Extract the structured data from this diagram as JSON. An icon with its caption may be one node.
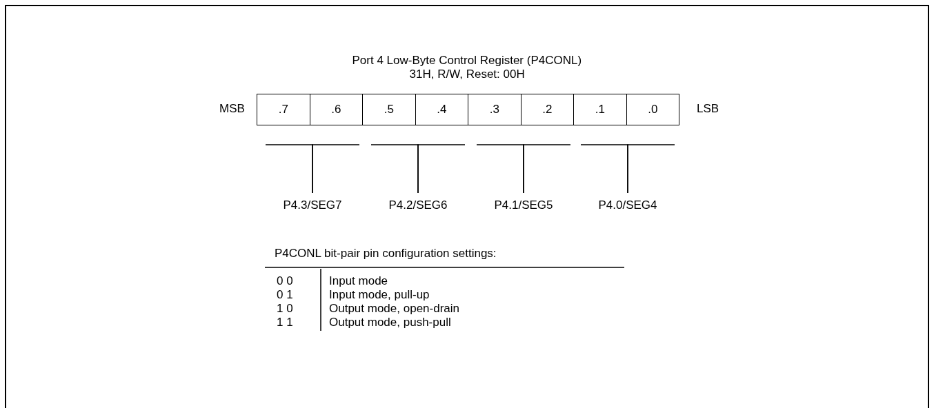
{
  "diagram": {
    "title": "Port 4 Low-Byte Control Register (P4CONL)",
    "nodes": [
      {
        "text": [
          ".7"
        ]
      },
      {
        "text": [
          ".6"
        ]
      },
      {
        "text": [
          ".5"
        ]
      },
      {
        "text": [
          ".4"
        ]
      },
      {
        "text": [
          ".3"
        ]
      },
      {
        "text": [
          ".2"
        ]
      },
      {
        "text": [
          ".1"
        ]
      },
      {
        "text": [
          ".0"
        ]
      },
      {
        "text": [
          "P4.3/SEG7"
        ]
      },
      {
        "text": [
          "P4.2/SEG6"
        ]
      },
      {
        "text": [
          "P4.1/SEG5"
        ]
      },
      {
        "text": [
          "P4.0/SEG4"
        ]
      }
    ],
    "edges": [
      {
        "from": 0,
        "to": 8,
        "arrow": "none"
      },
      {
        "from": 1,
        "to": 8,
        "arrow": "none"
      },
      {
        "from": 2,
        "to": 9,
        "arrow": "none"
      },
      {
        "from": 3,
        "to": 9,
        "arrow": "none"
      },
      {
        "from": 4,
        "to": 10,
        "arrow": "none"
      },
      {
        "from": 5,
        "to": 10,
        "arrow": "none"
      },
      {
        "from": 6,
        "to": 11,
        "arrow": "none"
      },
      {
        "from": 7,
        "to": 11,
        "arrow": "none"
      }
    ],
    "labels": [
      "31H, R/W, Reset: 00H",
      "MSB",
      "LSB",
      "P4CONL bit-pair pin configuration settings:",
      "0 0",
      "Input mode",
      "0 1",
      "Input mode, pull-up",
      "1 0",
      "Output mode, open-drain",
      "1 1",
      "Output mode, push-pull"
    ]
  }
}
